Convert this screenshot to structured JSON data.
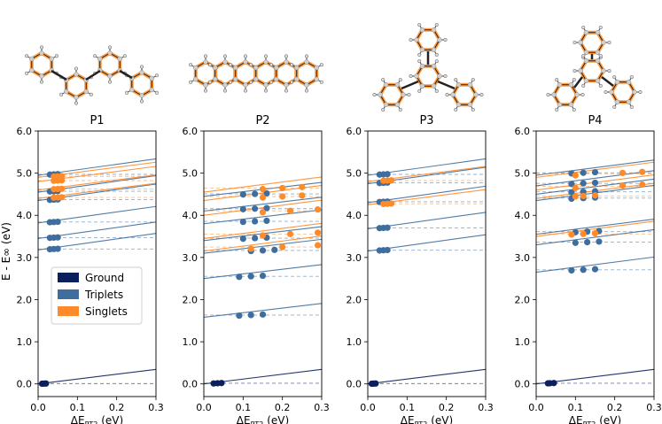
{
  "figure": {
    "ylabel": "E - E∞ (eV)",
    "xlabel": "ΔE",
    "xlabel_sub": "PT2",
    "xlabel_unit": " (eV)",
    "legend": [
      "Ground",
      "Triplets",
      "Singlets"
    ],
    "colors": {
      "Ground": "#0b1f5c",
      "Triplets": "#3f6e9e",
      "Singlets": "#ff8a2a"
    }
  },
  "chart_data": [
    {
      "type": "scatter",
      "title": "P1",
      "xlim": [
        0,
        0.3
      ],
      "ylim": [
        -0.3,
        6.0
      ],
      "xticks": [
        "0.0",
        "0.1",
        "0.2",
        "0.3"
      ],
      "yticks": [
        "0.0",
        "1.0",
        "2.0",
        "3.0",
        "4.0",
        "5.0",
        "6.0"
      ],
      "legend_position": "center-left",
      "series": [
        {
          "name": "Ground",
          "states": [
            {
              "e0": 0.0,
              "slope": 1.15,
              "dE": [
                0.01,
                0.015,
                0.02
              ]
            }
          ]
        },
        {
          "name": "Triplets",
          "states": [
            {
              "e0": 3.18,
              "slope": 1.3,
              "dE": [
                0.03,
                0.04,
                0.05
              ]
            },
            {
              "e0": 3.45,
              "slope": 1.3,
              "dE": [
                0.03,
                0.04,
                0.05
              ]
            },
            {
              "e0": 3.82,
              "slope": 1.3,
              "dE": [
                0.03,
                0.04,
                0.05
              ]
            },
            {
              "e0": 4.35,
              "slope": 1.3,
              "dE": [
                0.03,
                0.04,
                0.05
              ]
            },
            {
              "e0": 4.55,
              "slope": 1.3,
              "dE": [
                0.03,
                0.04,
                0.05
              ]
            },
            {
              "e0": 4.95,
              "slope": 1.3,
              "dE": [
                0.03,
                0.04,
                0.05
              ]
            }
          ]
        },
        {
          "name": "Singlets",
          "states": [
            {
              "e0": 4.4,
              "slope": 1.2,
              "dE": [
                0.04,
                0.05,
                0.06
              ]
            },
            {
              "e0": 4.6,
              "slope": 1.2,
              "dE": [
                0.04,
                0.05,
                0.06
              ]
            },
            {
              "e0": 4.8,
              "slope": 1.2,
              "dE": [
                0.04,
                0.05,
                0.06
              ]
            },
            {
              "e0": 4.9,
              "slope": 1.2,
              "dE": [
                0.04,
                0.05,
                0.06
              ]
            }
          ]
        }
      ]
    },
    {
      "type": "scatter",
      "title": "P2",
      "xlim": [
        0,
        0.3
      ],
      "ylim": [
        -0.3,
        6.0
      ],
      "xticks": [
        "0.0",
        "0.1",
        "0.2",
        "0.3"
      ],
      "yticks": [
        "0.0",
        "1.0",
        "2.0",
        "3.0",
        "4.0",
        "5.0",
        "6.0"
      ],
      "series": [
        {
          "name": "Ground",
          "states": [
            {
              "e0": 0.0,
              "slope": 1.15,
              "dE": [
                0.025,
                0.035,
                0.045
              ]
            }
          ]
        },
        {
          "name": "Triplets",
          "states": [
            {
              "e0": 1.58,
              "slope": 1.1,
              "dE": [
                0.09,
                0.12,
                0.15
              ]
            },
            {
              "e0": 2.5,
              "slope": 1.1,
              "dE": [
                0.09,
                0.12,
                0.15
              ]
            },
            {
              "e0": 3.1,
              "slope": 1.1,
              "dE": [
                0.12,
                0.15,
                0.18
              ]
            },
            {
              "e0": 3.4,
              "slope": 1.1,
              "dE": [
                0.1,
                0.13,
                0.16
              ]
            },
            {
              "e0": 3.8,
              "slope": 1.1,
              "dE": [
                0.1,
                0.13,
                0.16
              ]
            },
            {
              "e0": 4.1,
              "slope": 1.1,
              "dE": [
                0.1,
                0.13,
                0.16
              ]
            },
            {
              "e0": 4.45,
              "slope": 1.1,
              "dE": [
                0.1,
                0.13,
                0.16
              ]
            }
          ]
        },
        {
          "name": "Singlets",
          "states": [
            {
              "e0": 3.15,
              "slope": 1.2,
              "dE": [
                0.12,
                0.2,
                0.29
              ]
            },
            {
              "e0": 3.45,
              "slope": 1.2,
              "dE": [
                0.15,
                0.22,
                0.29
              ]
            },
            {
              "e0": 4.0,
              "slope": 1.2,
              "dE": [
                0.15,
                0.22,
                0.29
              ]
            },
            {
              "e0": 4.35,
              "slope": 1.2,
              "dE": [
                0.15,
                0.2,
                0.25
              ]
            },
            {
              "e0": 4.55,
              "slope": 1.2,
              "dE": [
                0.15,
                0.2,
                0.25
              ]
            }
          ]
        }
      ]
    },
    {
      "type": "scatter",
      "title": "P3",
      "xlim": [
        0,
        0.3
      ],
      "ylim": [
        -0.3,
        6.0
      ],
      "xticks": [
        "0.0",
        "0.1",
        "0.2",
        "0.3"
      ],
      "yticks": [
        "0.0",
        "1.0",
        "2.0",
        "3.0",
        "4.0",
        "5.0",
        "6.0"
      ],
      "series": [
        {
          "name": "Ground",
          "states": [
            {
              "e0": 0.0,
              "slope": 1.15,
              "dE": [
                0.01,
                0.015,
                0.02
              ]
            }
          ]
        },
        {
          "name": "Triplets",
          "states": [
            {
              "e0": 3.15,
              "slope": 1.3,
              "dE": [
                0.03,
                0.04,
                0.05
              ]
            },
            {
              "e0": 3.68,
              "slope": 1.3,
              "dE": [
                0.03,
                0.04,
                0.05
              ]
            },
            {
              "e0": 4.3,
              "slope": 1.3,
              "dE": [
                0.03,
                0.04,
                0.05
              ]
            },
            {
              "e0": 4.75,
              "slope": 1.3,
              "dE": [
                0.03,
                0.04,
                0.05
              ]
            },
            {
              "e0": 4.95,
              "slope": 1.3,
              "dE": [
                0.03,
                0.04,
                0.05
              ]
            }
          ]
        },
        {
          "name": "Singlets",
          "states": [
            {
              "e0": 4.25,
              "slope": 1.2,
              "dE": [
                0.04,
                0.05,
                0.06
              ]
            },
            {
              "e0": 4.8,
              "slope": 1.2,
              "dE": [
                0.04,
                0.05,
                0.06
              ]
            }
          ]
        }
      ]
    },
    {
      "type": "scatter",
      "title": "P4",
      "xlim": [
        0,
        0.3
      ],
      "ylim": [
        -0.3,
        6.0
      ],
      "xticks": [
        "0.0",
        "0.1",
        "0.2",
        "0.3"
      ],
      "yticks": [
        "0.0",
        "1.0",
        "2.0",
        "3.0",
        "4.0",
        "5.0",
        "6.0"
      ],
      "series": [
        {
          "name": "Ground",
          "states": [
            {
              "e0": 0.0,
              "slope": 1.15,
              "dE": [
                0.03,
                0.035,
                0.045
              ]
            }
          ]
        },
        {
          "name": "Triplets",
          "states": [
            {
              "e0": 2.65,
              "slope": 1.2,
              "dE": [
                0.09,
                0.12,
                0.15
              ]
            },
            {
              "e0": 3.3,
              "slope": 1.2,
              "dE": [
                0.1,
                0.13,
                0.16
              ]
            },
            {
              "e0": 3.55,
              "slope": 1.2,
              "dE": [
                0.1,
                0.13,
                0.16
              ]
            },
            {
              "e0": 4.35,
              "slope": 1.2,
              "dE": [
                0.09,
                0.12,
                0.15
              ]
            },
            {
              "e0": 4.5,
              "slope": 1.2,
              "dE": [
                0.09,
                0.12,
                0.15
              ]
            },
            {
              "e0": 4.7,
              "slope": 1.2,
              "dE": [
                0.09,
                0.12,
                0.15
              ]
            },
            {
              "e0": 4.95,
              "slope": 1.2,
              "dE": [
                0.09,
                0.12,
                0.15
              ]
            }
          ]
        },
        {
          "name": "Singlets",
          "states": [
            {
              "e0": 3.5,
              "slope": 1.2,
              "dE": [
                0.09,
                0.12,
                0.15
              ]
            },
            {
              "e0": 4.4,
              "slope": 1.2,
              "dE": [
                0.1,
                0.12,
                0.15
              ]
            },
            {
              "e0": 4.6,
              "slope": 1.2,
              "dE": [
                0.1,
                0.22,
                0.27
              ]
            },
            {
              "e0": 4.9,
              "slope": 1.2,
              "dE": [
                0.1,
                0.22,
                0.27
              ]
            }
          ]
        }
      ]
    }
  ]
}
